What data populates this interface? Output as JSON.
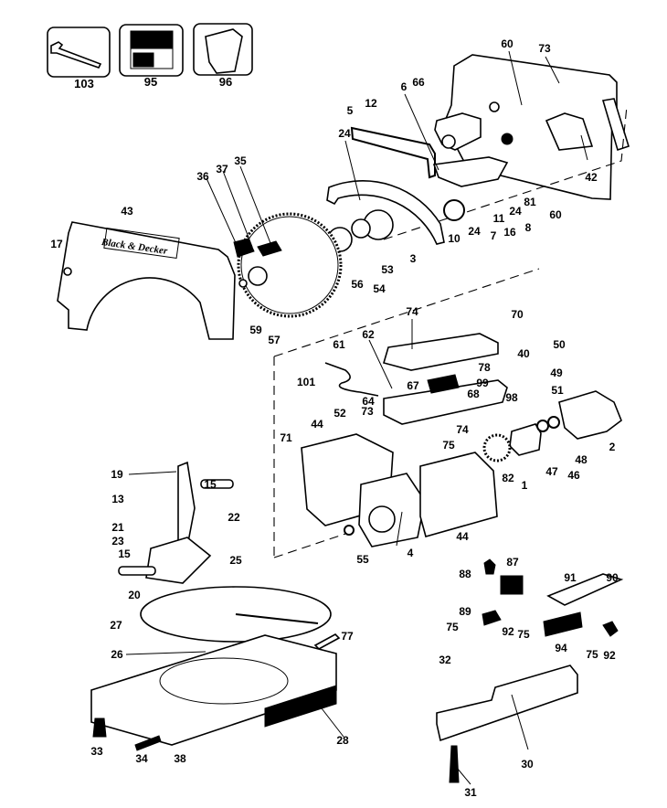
{
  "diagram": {
    "type": "exploded-parts-diagram",
    "brand_logo_text": "Black & Decker",
    "accessories": [
      {
        "part": "103",
        "icon": "wrench-icon"
      },
      {
        "part": "95",
        "icon": "manual-icon"
      },
      {
        "part": "96",
        "icon": "parts-bag-icon"
      }
    ],
    "callouts": {
      "c103": "103",
      "c95": "95",
      "c96": "96",
      "c60a": "60",
      "c73a": "73",
      "c12": "12",
      "c5": "5",
      "c6": "6",
      "c66": "66",
      "c24a": "24",
      "c42": "42",
      "c81": "81",
      "c60b": "60",
      "c24b": "24",
      "c8": "8",
      "c11": "11",
      "c16": "16",
      "c7": "7",
      "c24c": "24",
      "c10": "10",
      "c3": "3",
      "c53": "53",
      "c54": "54",
      "c56": "56",
      "c43": "43",
      "c17": "17",
      "c36": "36",
      "c37": "37",
      "c35": "35",
      "c59": "59",
      "c57": "57",
      "c74a": "74",
      "c70": "70",
      "c61": "61",
      "c62": "62",
      "c40": "40",
      "c50": "50",
      "c78": "78",
      "c67": "67",
      "c99": "99",
      "c68": "68",
      "c49": "49",
      "c101": "101",
      "c64": "64",
      "c73b": "73",
      "c98": "98",
      "c51": "51",
      "c52": "52",
      "c44a": "44",
      "c74b": "74",
      "c71": "71",
      "c75a": "75",
      "c48": "48",
      "c2": "2",
      "c47": "47",
      "c46": "46",
      "c82": "82",
      "c1": "1",
      "c44b": "44",
      "c4": "4",
      "c55": "55",
      "c19": "19",
      "c15a": "15",
      "c13": "13",
      "c22": "22",
      "c21": "21",
      "c23": "23",
      "c15b": "15",
      "c25": "25",
      "c20": "20",
      "c27": "27",
      "c77": "77",
      "c26": "26",
      "c88": "88",
      "c87": "87",
      "c91": "91",
      "c90": "90",
      "c89": "89",
      "c75b": "75",
      "c92a": "92",
      "c75c": "75",
      "c94": "94",
      "c75d": "75",
      "c92b": "92",
      "c32": "32",
      "c30": "30",
      "c31": "31",
      "c28": "28",
      "c33": "33",
      "c34": "34",
      "c38": "38"
    }
  }
}
